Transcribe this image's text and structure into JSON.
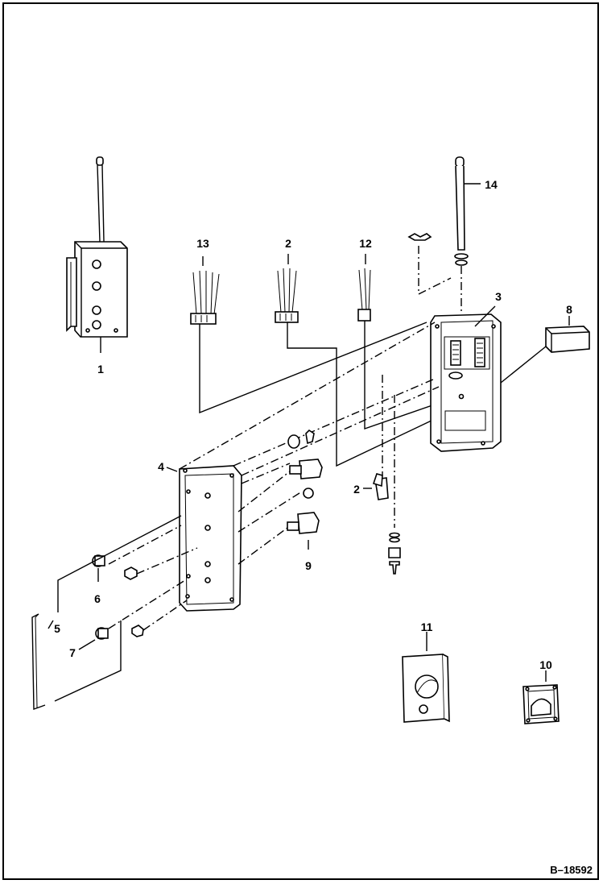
{
  "diagram": {
    "reference": "B–18592",
    "callouts": [
      {
        "id": "c1",
        "text": "1"
      },
      {
        "id": "c2a",
        "text": "2"
      },
      {
        "id": "c2b",
        "text": "2"
      },
      {
        "id": "c3",
        "text": "3"
      },
      {
        "id": "c4",
        "text": "4"
      },
      {
        "id": "c5",
        "text": "5"
      },
      {
        "id": "c6",
        "text": "6"
      },
      {
        "id": "c7",
        "text": "7"
      },
      {
        "id": "c8",
        "text": "8"
      },
      {
        "id": "c9",
        "text": "9"
      },
      {
        "id": "c10",
        "text": "10"
      },
      {
        "id": "c11",
        "text": "11"
      },
      {
        "id": "c12",
        "text": "12"
      },
      {
        "id": "c13",
        "text": "13"
      },
      {
        "id": "c14",
        "text": "14"
      }
    ]
  }
}
